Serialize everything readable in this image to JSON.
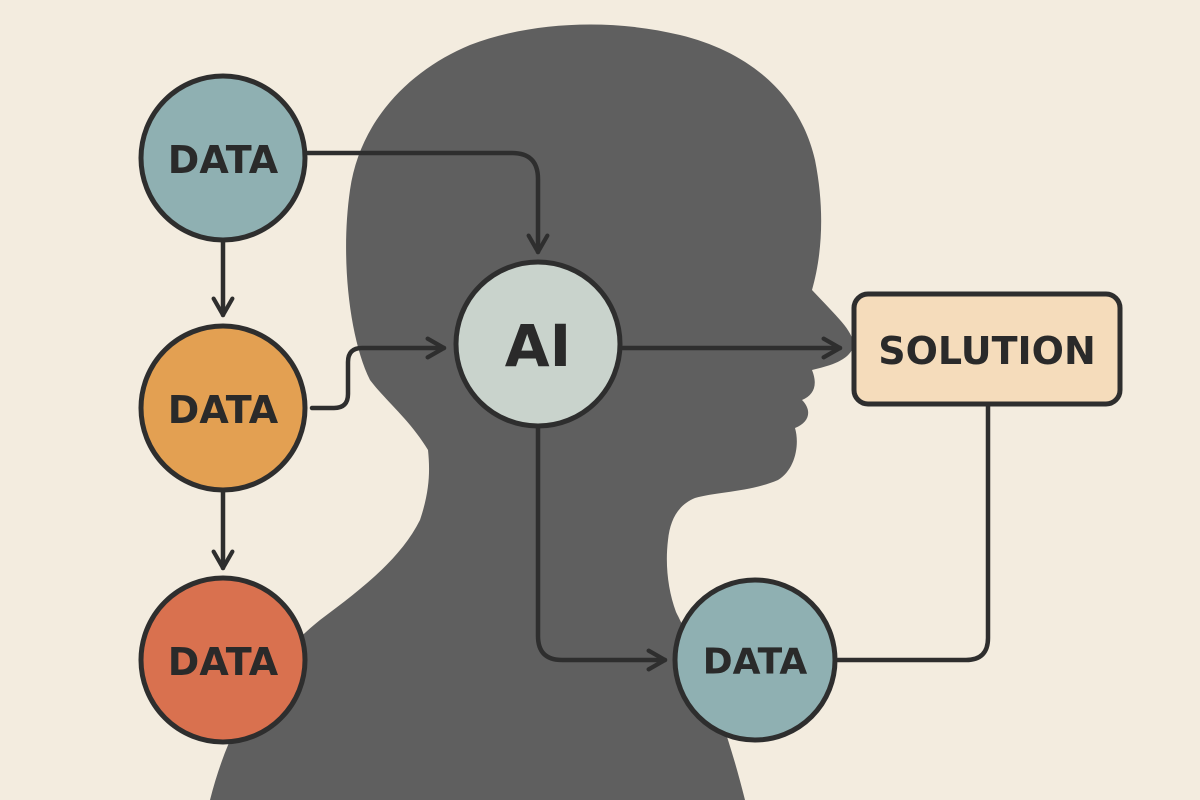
{
  "diagram": {
    "background_color": "#f3ecdf",
    "silhouette": {
      "description_icon": "human-head-profile-icon",
      "color": "#5f5f5f"
    },
    "nodes": [
      {
        "id": "data-top-left",
        "label": "DATA",
        "shape": "circle",
        "fill": "#8fb0b2"
      },
      {
        "id": "data-middle-left",
        "label": "DATA",
        "shape": "circle",
        "fill": "#e3a052"
      },
      {
        "id": "data-bottom-left",
        "label": "DATA",
        "shape": "circle",
        "fill": "#d9714f"
      },
      {
        "id": "ai-center",
        "label": "AI",
        "shape": "circle",
        "fill": "#c9d3cc"
      },
      {
        "id": "solution",
        "label": "SOLUTION",
        "shape": "rounded-rect",
        "fill": "#f5dcbb"
      },
      {
        "id": "data-bottom-right",
        "label": "DATA",
        "shape": "circle",
        "fill": "#8fb0b2"
      }
    ],
    "edges": [
      {
        "from": "data-top-left",
        "to": "ai-center"
      },
      {
        "from": "data-top-left",
        "to": "data-middle-left"
      },
      {
        "from": "data-middle-left",
        "to": "data-bottom-left"
      },
      {
        "from": "data-middle-left",
        "to": "ai-center"
      },
      {
        "from": "ai-center",
        "to": "solution"
      },
      {
        "from": "ai-center",
        "to": "data-bottom-right"
      },
      {
        "from": "solution",
        "to": "data-bottom-right",
        "arrowhead": false
      }
    ]
  }
}
